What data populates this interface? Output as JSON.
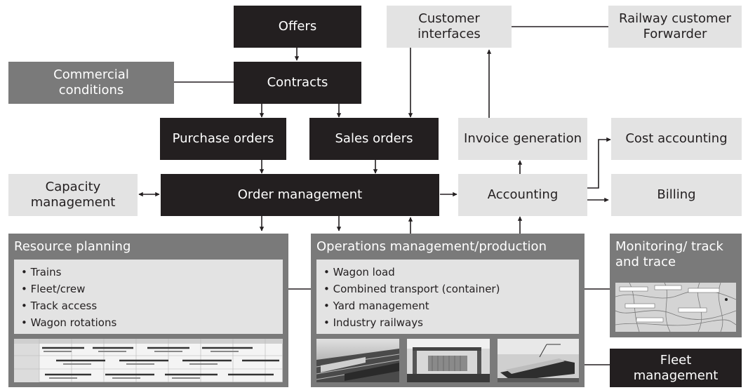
{
  "nodes": {
    "offers": "Offers",
    "contracts": "Contracts",
    "commercial_conditions": "Commercial conditions",
    "customer_interfaces": "Customer interfaces",
    "railway_customer": "Railway customer Forwarder",
    "purchase_orders": "Purchase orders",
    "sales_orders": "Sales orders",
    "invoice_generation": "Invoice generation",
    "cost_accounting": "Cost accounting",
    "capacity_management": "Capacity management",
    "order_management": "Order management",
    "accounting": "Accounting",
    "billing": "Billing",
    "fleet_management": "Fleet management"
  },
  "resource_planning": {
    "title": "Resource planning",
    "items": [
      "• Trains",
      "• Fleet/crew",
      "• Track access",
      "• Wagon rotations"
    ]
  },
  "operations": {
    "title": "Operations management/production",
    "items": [
      "• Wagon load",
      "• Combined transport (container)",
      "• Yard management",
      "• Industry railways"
    ]
  },
  "monitoring": {
    "title": "Monitoring/ track and trace"
  },
  "colors": {
    "dark": "#231f20",
    "light": "#e3e3e3",
    "mid": "#7a7a7a"
  }
}
